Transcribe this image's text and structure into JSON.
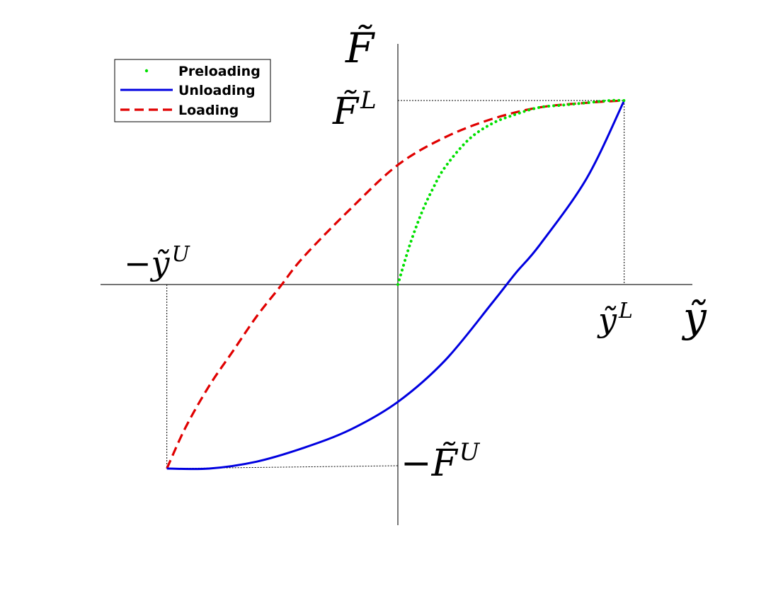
{
  "chart_data": {
    "type": "line",
    "xlabel": "ỹ",
    "ylabel": "F̃",
    "xlim": [
      -1.0,
      1.0
    ],
    "ylim": [
      -0.8,
      0.8
    ],
    "grid": false,
    "legend_position": "top-left",
    "annotations": {
      "x_positive": "ỹ",
      "x_positive_sup": "L",
      "x_negative": "−ỹ",
      "x_negative_sup": "U",
      "y_positive": "F̃",
      "y_positive_sup": "L",
      "y_negative": "−F̃",
      "y_negative_sup": "U"
    },
    "key_points": {
      "y_L": 0.96,
      "neg_y_U": -0.98,
      "F_L": 0.8,
      "neg_F_U": -0.8
    },
    "series": [
      {
        "name": "Preloading",
        "color": "#00e000",
        "style": "dotted",
        "x": [
          0.0,
          0.05,
          0.1,
          0.15,
          0.2,
          0.3,
          0.4,
          0.5,
          0.6,
          0.7,
          0.8,
          0.9,
          0.96
        ],
        "y": [
          0.0,
          0.17,
          0.31,
          0.42,
          0.51,
          0.63,
          0.7,
          0.74,
          0.77,
          0.78,
          0.79,
          0.8,
          0.8
        ]
      },
      {
        "name": "Unloading",
        "color": "#0000e0",
        "style": "solid",
        "x": [
          -0.98,
          -0.8,
          -0.6,
          -0.4,
          -0.2,
          0.0,
          0.2,
          0.4,
          0.5,
          0.6,
          0.8,
          0.96
        ],
        "y": [
          -0.8,
          -0.8,
          -0.77,
          -0.71,
          -0.63,
          -0.51,
          -0.33,
          -0.08,
          0.05,
          0.17,
          0.46,
          0.8
        ]
      },
      {
        "name": "Loading",
        "color": "#e00000",
        "style": "dashed",
        "x": [
          -0.98,
          -0.9,
          -0.8,
          -0.7,
          -0.6,
          -0.5,
          -0.4,
          -0.2,
          0.0,
          0.2,
          0.4,
          0.6,
          0.8,
          0.96
        ],
        "y": [
          -0.8,
          -0.62,
          -0.44,
          -0.29,
          -0.14,
          -0.01,
          0.12,
          0.33,
          0.52,
          0.64,
          0.72,
          0.77,
          0.79,
          0.8
        ]
      }
    ]
  }
}
